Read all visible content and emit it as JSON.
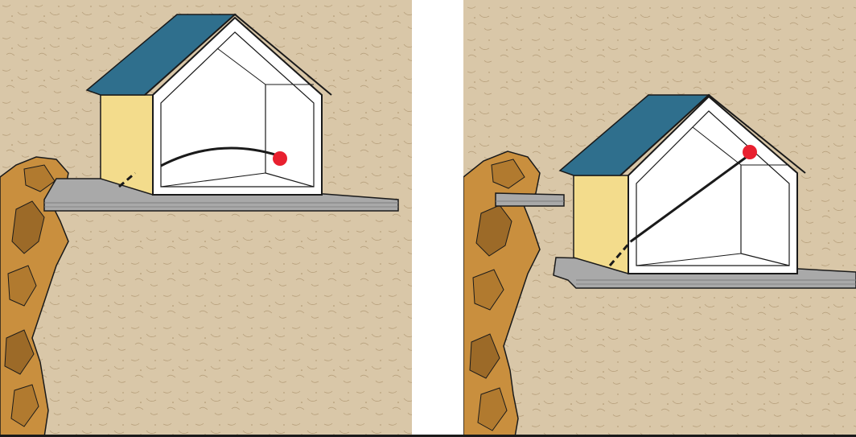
{
  "figure": {
    "panels": [
      {
        "id": "left",
        "scene": "house-on-ledge",
        "trajectory": "curved-arc",
        "object": "red-ball"
      },
      {
        "id": "right",
        "scene": "house-on-falling-platform",
        "trajectory": "straight-diagonal",
        "object": "red-ball"
      }
    ],
    "colors": {
      "background_paper": "#d9c7a8",
      "rock": "#c98f3e",
      "rock_shadow": "#9c6a28",
      "roof": "#2f6f8d",
      "wall_side": "#f3dc8c",
      "wall_white": "#ffffff",
      "ledge": "#a9a9a9",
      "ball": "#e8202f",
      "outline": "#1a1a1a"
    }
  }
}
